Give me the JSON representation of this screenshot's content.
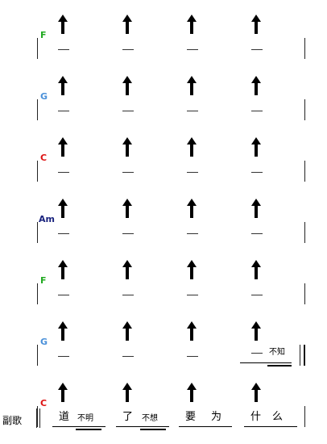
{
  "section_label": "副歌",
  "rows": [
    {
      "chord": "F",
      "chord_color": "#22aa22",
      "ending": ""
    },
    {
      "chord": "G",
      "chord_color": "#4a90d9",
      "ending": ""
    },
    {
      "chord": "C",
      "chord_color": "#dd1111",
      "ending": ""
    },
    {
      "chord": "Am",
      "chord_color": "#1a237e",
      "ending": ""
    },
    {
      "chord": "F",
      "chord_color": "#22aa22",
      "ending": ""
    },
    {
      "chord": "G",
      "chord_color": "#4a90d9",
      "ending": "repeat"
    },
    {
      "chord": "C",
      "chord_color": "#dd1111",
      "ending": ""
    }
  ],
  "pickup_lyrics": [
    "不知"
  ],
  "lyrics": [
    {
      "big": "道",
      "small": "不明"
    },
    {
      "big": "了",
      "small": "不想"
    },
    {
      "big": "要",
      "small": "为"
    },
    {
      "big": "什",
      "small": "么"
    }
  ],
  "arrow_icon": "up-stroke-arrow-icon"
}
